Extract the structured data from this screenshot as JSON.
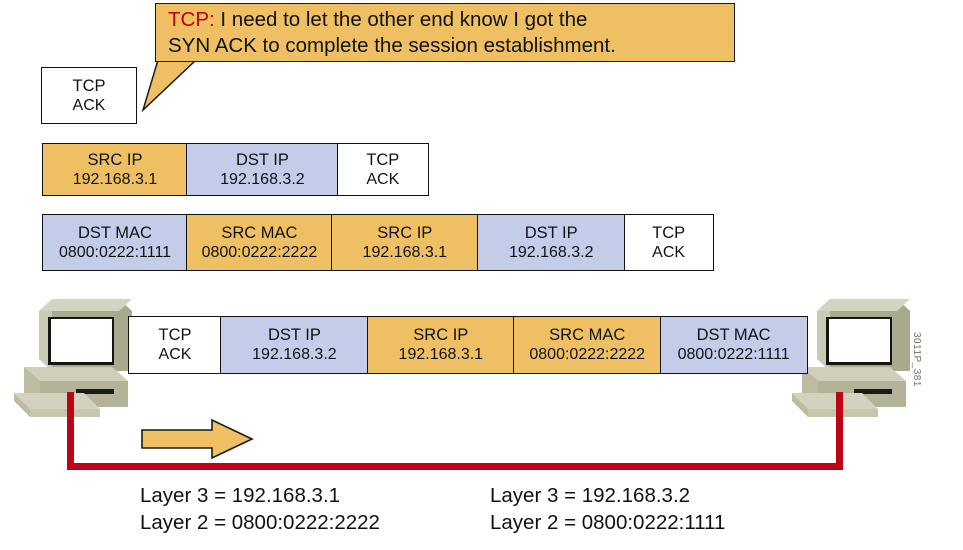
{
  "callout": {
    "protocol": "TCP:",
    "line1_rest": " I need to let the other end know I got the",
    "line2": "SYN ACK to complete the session establishment.",
    "fill_color": "#EFC063",
    "protocol_color": "#C00000"
  },
  "colors": {
    "orange": "#EFC063",
    "blue": "#C3CDEA",
    "white": "#FFFFFF",
    "wire_red": "#C00418",
    "outline": "#111111",
    "computer_body": "#BDBCA2"
  },
  "segment_tcp": {
    "name": "tcp-segment",
    "line1": "TCP",
    "line2": "ACK",
    "fill": "white"
  },
  "packet_row": {
    "name": "ip-packet",
    "cells": [
      {
        "line1": "SRC IP",
        "line2": "192.168.3.1",
        "fill": "orange"
      },
      {
        "line1": "DST IP",
        "line2": "192.168.3.2",
        "fill": "blue"
      },
      {
        "line1": "TCP",
        "line2": "ACK",
        "fill": "white"
      }
    ]
  },
  "frame_row": {
    "name": "ethernet-frame",
    "cells": [
      {
        "line1": "DST MAC",
        "line2": "0800:0222:1111",
        "fill": "blue"
      },
      {
        "line1": "SRC MAC",
        "line2": "0800:0222:2222",
        "fill": "orange"
      },
      {
        "line1": "SRC IP",
        "line2": "192.168.3.1",
        "fill": "orange"
      },
      {
        "line1": "DST IP",
        "line2": "192.168.3.2",
        "fill": "blue"
      },
      {
        "line1": "TCP",
        "line2": "ACK",
        "fill": "white"
      }
    ]
  },
  "wire_row": {
    "name": "frame-on-wire",
    "cells": [
      {
        "line1": "TCP",
        "line2": "ACK",
        "fill": "white"
      },
      {
        "line1": "DST IP",
        "line2": "192.168.3.2",
        "fill": "blue"
      },
      {
        "line1": "SRC IP",
        "line2": "192.168.3.1",
        "fill": "orange"
      },
      {
        "line1": "SRC MAC",
        "line2": "0800:0222:2222",
        "fill": "orange"
      },
      {
        "line1": "DST MAC",
        "line2": "0800:0222:1111",
        "fill": "blue"
      }
    ]
  },
  "endpoints": {
    "left": {
      "layer3": "Layer 3 = 192.168.3.1",
      "layer2": "Layer 2 = 0800:0222:2222"
    },
    "right": {
      "layer3": "Layer 3 = 192.168.3.2",
      "layer2": "Layer 2 = 0800:0222:1111"
    }
  },
  "direction_arrow": {
    "name": "transmission-direction-arrow",
    "points": "right"
  },
  "watermark": "3011P_381"
}
